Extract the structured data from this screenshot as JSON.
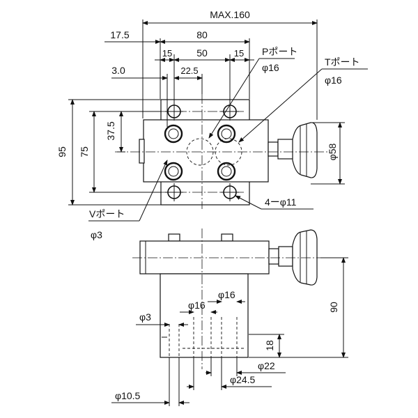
{
  "colors": {
    "line": "#111111",
    "background": "#ffffff"
  },
  "labels": {
    "max_width": "MAX.160",
    "d_17_5": "17.5",
    "d_80": "80",
    "d_15_left": "15",
    "d_50": "50",
    "d_15_right": "15",
    "d_3_0": "3.0",
    "d_22_5": "22.5",
    "p_port": "Pポート",
    "p_port_dia": "φ16",
    "t_port": "Tポート",
    "t_port_dia": "φ16",
    "d_95": "95",
    "d_75": "75",
    "d_37_5": "37.5",
    "d_58": "φ58",
    "v_port": "Vポート",
    "v_port_dia": "φ3",
    "holes": "4ーφ11",
    "d_90": "90",
    "side_phi3": "φ3",
    "side_phi16_a": "φ16",
    "side_phi16_b": "φ16",
    "d_18": "18",
    "d_phi22": "φ22",
    "d_phi24_5": "φ24.5",
    "d_phi10_5": "φ10.5"
  }
}
